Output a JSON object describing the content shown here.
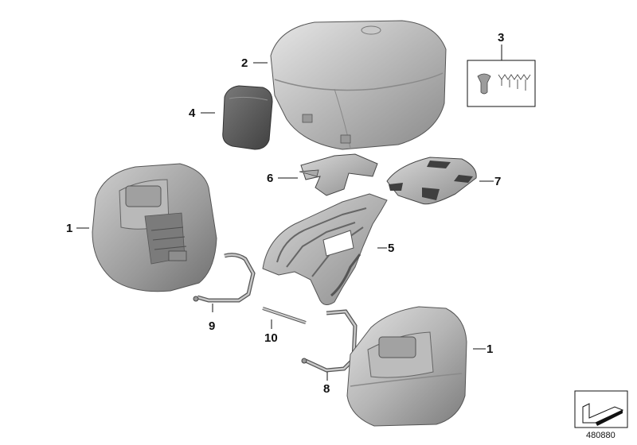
{
  "callouts": {
    "c1_left": "1",
    "c1_right": "1",
    "c2": "2",
    "c3": "3",
    "c4": "4",
    "c5": "5",
    "c6": "6",
    "c7": "7",
    "c8": "8",
    "c9": "9",
    "c10": "10"
  },
  "reference_number": "480880",
  "colors": {
    "case_light": "#d9d9d9",
    "case_mid": "#a9a9a9",
    "case_dark": "#6f6f6f",
    "line": "#111111"
  }
}
